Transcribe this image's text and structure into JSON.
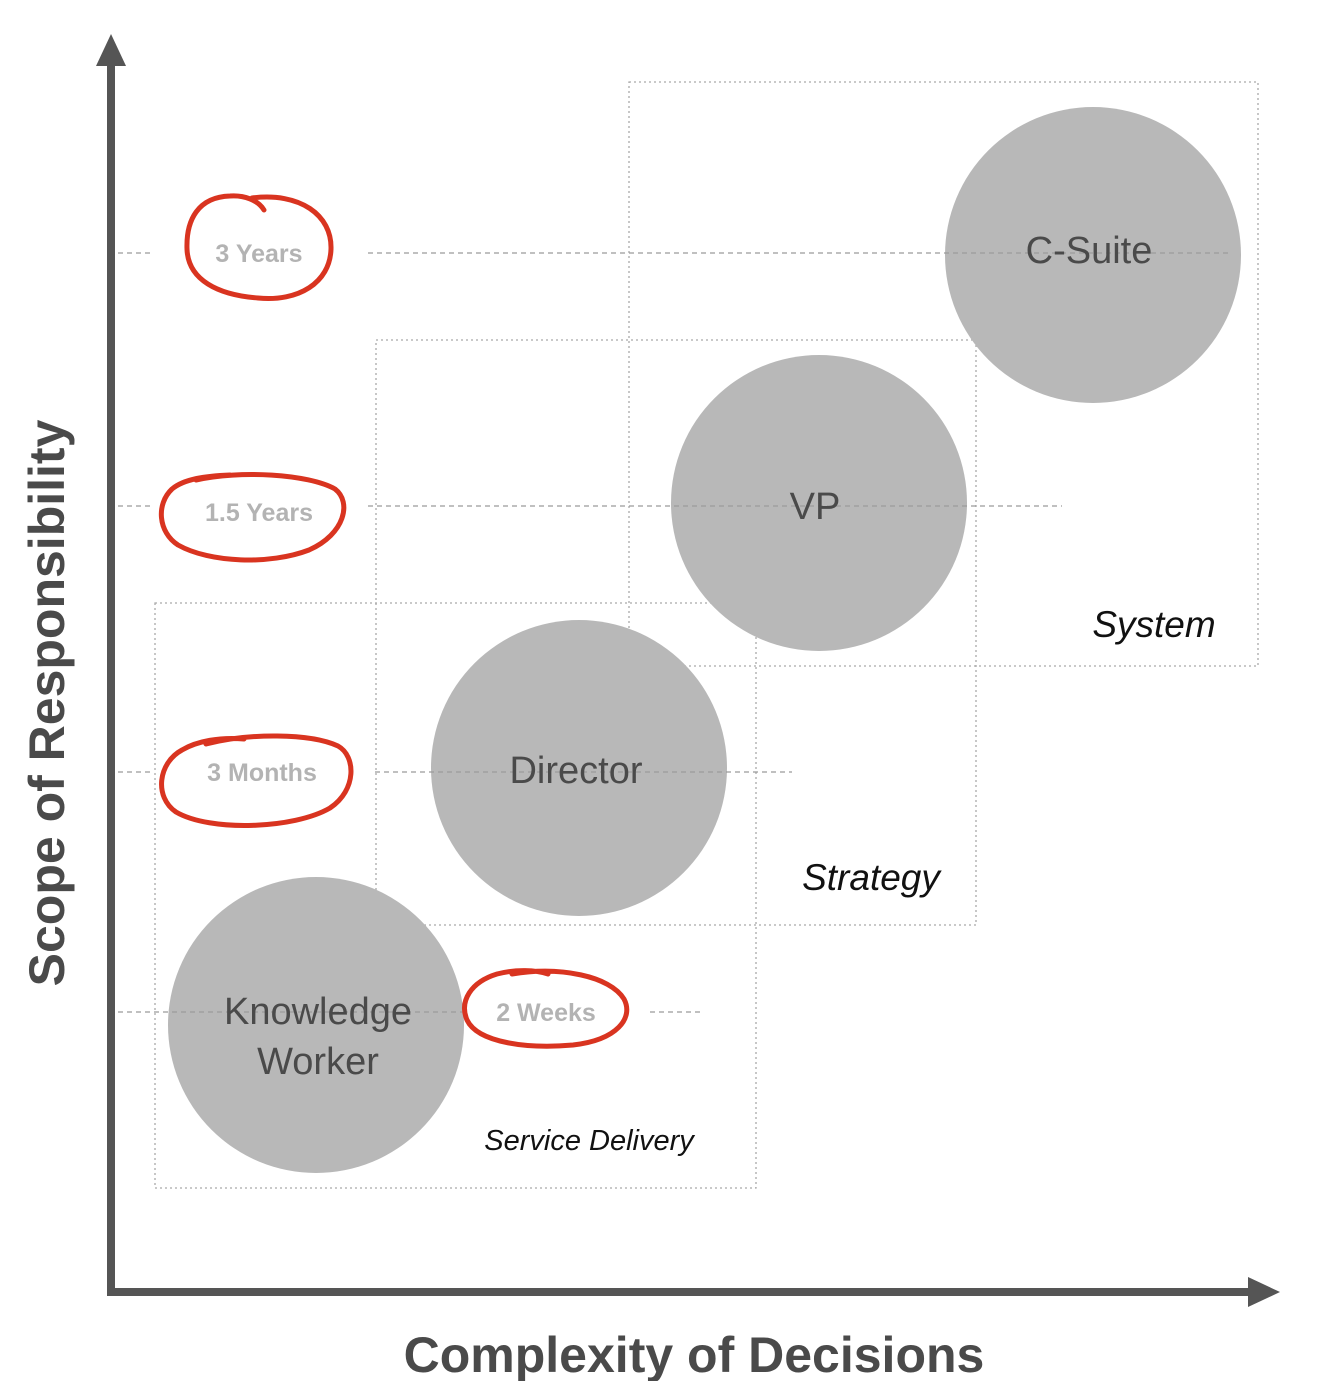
{
  "axes": {
    "x_label": "Complexity of Decisions",
    "y_label": "Scope of Responsibility"
  },
  "roles": {
    "knowledge_worker_line1": "Knowledge",
    "knowledge_worker_line2": "Worker",
    "director": "Director",
    "vp": "VP",
    "c_suite": "C-Suite"
  },
  "zones": {
    "service_delivery": "Service Delivery",
    "strategy": "Strategy",
    "system": "System"
  },
  "time_horizons": {
    "three_years": "3 Years",
    "one_and_half_years": "1.5 Years",
    "three_months": "3 Months",
    "two_weeks": "2 Weeks"
  },
  "colors": {
    "axis": "#555555",
    "bubble": "#b8b8b8",
    "zone_border": "#a9a9a9",
    "guide_line": "#9a9a9a",
    "highlight_circle": "#d93420",
    "horizon_text": "#b3b3b3"
  }
}
